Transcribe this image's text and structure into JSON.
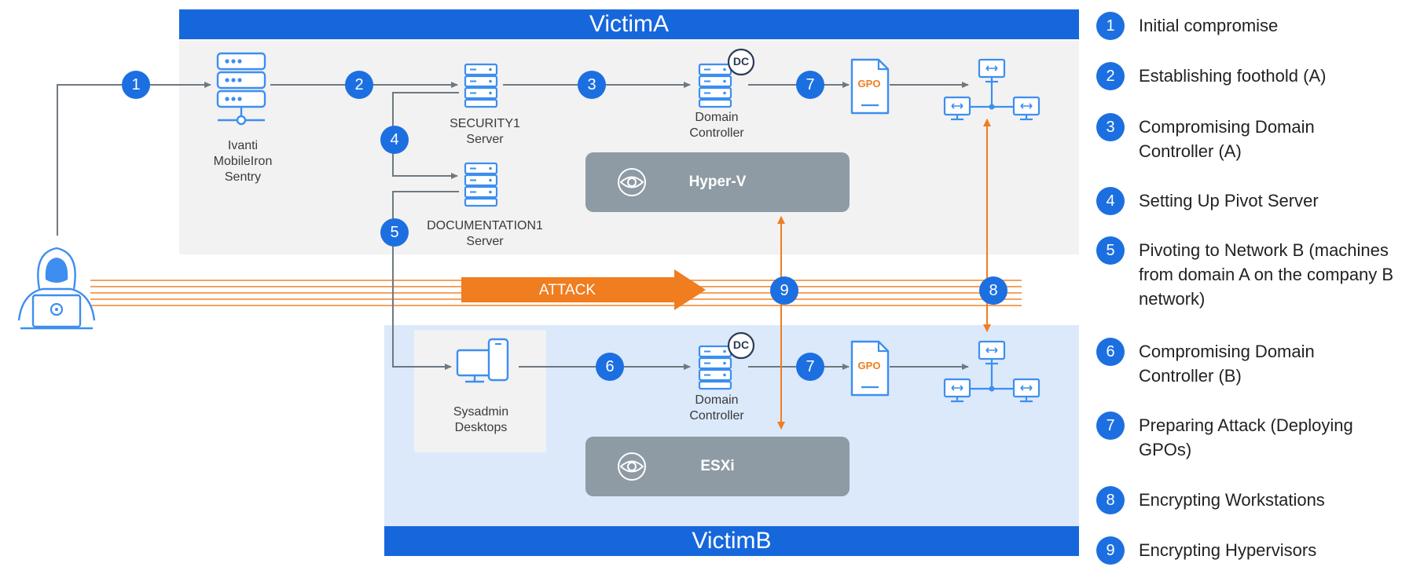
{
  "zones": {
    "victim_a": {
      "label": "VictimA"
    },
    "victim_b": {
      "label": "VictimB"
    }
  },
  "nodes": {
    "ivanti": {
      "label": "Ivanti\nMobileIron\nSentry",
      "icon": "server-rack-icon"
    },
    "security1": {
      "label": "SECURITY1\nServer",
      "icon": "server-icon"
    },
    "documentation1": {
      "label": "DOCUMENTATION1\nServer",
      "icon": "server-icon"
    },
    "dc_a": {
      "label": "Domain\nController",
      "badge": "DC",
      "icon": "server-icon"
    },
    "dc_b": {
      "label": "Domain\nController",
      "badge": "DC",
      "icon": "server-icon"
    },
    "gpo_a": {
      "label": "GPO",
      "icon": "gpo-file-icon"
    },
    "gpo_b": {
      "label": "GPO",
      "icon": "gpo-file-icon"
    },
    "sysadmin": {
      "label": "Sysadmin\nDesktops",
      "icon": "desktop-icon"
    },
    "workstations_a": {
      "icon": "workstation-network-icon"
    },
    "workstations_b": {
      "icon": "workstation-network-icon"
    },
    "attacker": {
      "icon": "hacker-icon"
    }
  },
  "hypervisors": {
    "hyperv": {
      "label": "Hyper-V",
      "icon": "eye-icon"
    },
    "esxi": {
      "label": "ESXi",
      "icon": "eye-icon"
    }
  },
  "attack": {
    "label": "ATTACK"
  },
  "steps": {
    "s1": "1",
    "s2": "2",
    "s3": "3",
    "s4": "4",
    "s5": "5",
    "s6": "6",
    "s7a": "7",
    "s7b": "7",
    "s8": "8",
    "s9": "9"
  },
  "legend": [
    {
      "num": "1",
      "text": "Initial compromise"
    },
    {
      "num": "2",
      "text": "Establishing foothold (A)"
    },
    {
      "num": "3",
      "text": "Compromising Domain Controller (A)"
    },
    {
      "num": "4",
      "text": "Setting Up Pivot Server"
    },
    {
      "num": "5",
      "text": "Pivoting to Network B (machines from domain A on the company B network)"
    },
    {
      "num": "6",
      "text": "Compromising Domain Controller (B)"
    },
    {
      "num": "7",
      "text": "Preparing Attack (Deploying GPOs)"
    },
    {
      "num": "8",
      "text": "Encrypting Workstations"
    },
    {
      "num": "9",
      "text": "Encrypting Hypervisors"
    }
  ],
  "colors": {
    "accent_blue": "#1c6fe0",
    "banner_blue": "#1767dc",
    "attack_orange": "#f07d1f",
    "zone_a_bg": "#f2f2f2",
    "zone_b_bg": "#dbe9fb",
    "hypervisor_gray": "#8e9ba5",
    "icon_blue": "#3d8ef0"
  }
}
